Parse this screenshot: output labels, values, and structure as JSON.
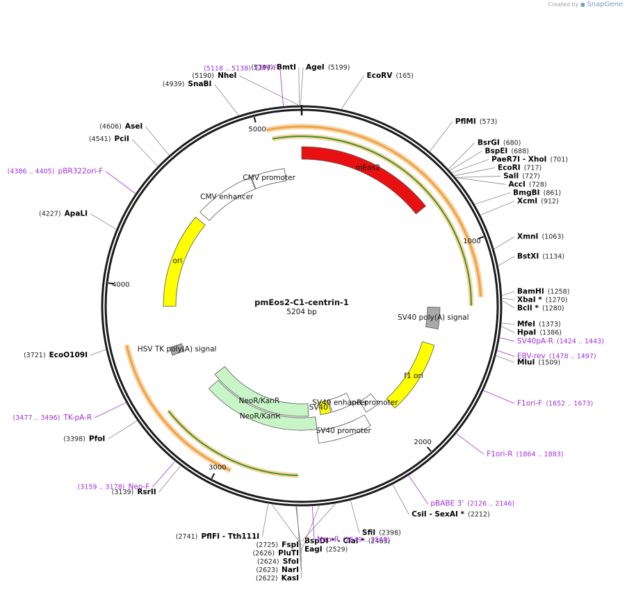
{
  "credit": {
    "prefix": "Created by",
    "brand": "SnapGene"
  },
  "plasmid": {
    "name": "pmEos2-C1-centrin-1",
    "length_label": "5204 bp",
    "length": 5204
  },
  "ticks": [
    {
      "pos": 1000,
      "label": "1000"
    },
    {
      "pos": 2000,
      "label": "2000"
    },
    {
      "pos": 3000,
      "label": "3000"
    },
    {
      "pos": 4000,
      "label": "4000"
    },
    {
      "pos": 5000,
      "label": "5000"
    }
  ],
  "sites": [
    {
      "name": "BmtI",
      "pos": "(5194)",
      "bp": 5194,
      "side": "left"
    },
    {
      "name": "NheI",
      "pos": "(5190)",
      "bp": 5190,
      "side": "left"
    },
    {
      "name": "AgeI",
      "pos": "(5199)",
      "bp": 5199,
      "side": "right"
    },
    {
      "name": "EcoRV",
      "pos": "(165)",
      "bp": 165,
      "side": "right"
    },
    {
      "name": "SnaBI",
      "pos": "(4939)",
      "bp": 4939,
      "side": "left"
    },
    {
      "name": "PflMI",
      "pos": "(573)",
      "bp": 573,
      "side": "right"
    },
    {
      "name": "BsrGI",
      "pos": "(680)",
      "bp": 680,
      "side": "right"
    },
    {
      "name": "BspEI",
      "pos": "(688)",
      "bp": 688,
      "side": "right"
    },
    {
      "name": "PaeR7I - XhoI",
      "pos": "(701)",
      "bp": 701,
      "side": "right"
    },
    {
      "name": "EcoRI",
      "pos": "(717)",
      "bp": 717,
      "side": "right"
    },
    {
      "name": "SalI",
      "pos": "(727)",
      "bp": 727,
      "side": "right"
    },
    {
      "name": "AccI",
      "pos": "(728)",
      "bp": 728,
      "side": "right"
    },
    {
      "name": "BmgBI",
      "pos": "(861)",
      "bp": 861,
      "side": "right"
    },
    {
      "name": "XcmI",
      "pos": "(912)",
      "bp": 912,
      "side": "right"
    },
    {
      "name": "XmnI",
      "pos": "(1063)",
      "bp": 1063,
      "side": "right"
    },
    {
      "name": "BstXI",
      "pos": "(1134)",
      "bp": 1134,
      "side": "right"
    },
    {
      "name": "BamHI",
      "pos": "(1258)",
      "bp": 1258,
      "side": "right"
    },
    {
      "name": "XbaI *",
      "pos": "(1270)",
      "bp": 1270,
      "side": "right"
    },
    {
      "name": "BclI *",
      "pos": "(1280)",
      "bp": 1280,
      "side": "right"
    },
    {
      "name": "MfeI",
      "pos": "(1373)",
      "bp": 1373,
      "side": "right"
    },
    {
      "name": "HpaI",
      "pos": "(1386)",
      "bp": 1386,
      "side": "right"
    },
    {
      "name": "MluI",
      "pos": "(1509)",
      "bp": 1509,
      "side": "right"
    },
    {
      "name": "CsiI - SexAI *",
      "pos": "(2212)",
      "bp": 2212,
      "side": "right"
    },
    {
      "name": "SfiI",
      "pos": "(2398)",
      "bp": 2398,
      "side": "right"
    },
    {
      "name": "BspDI * - ClaI *",
      "pos": "(2463)",
      "bp": 2463,
      "side": "right"
    },
    {
      "name": "EagI",
      "pos": "(2529)",
      "bp": 2529,
      "side": "right"
    },
    {
      "name": "KasI",
      "pos": "(2622)",
      "bp": 2622,
      "side": "left"
    },
    {
      "name": "NarI",
      "pos": "(2623)",
      "bp": 2623,
      "side": "left"
    },
    {
      "name": "SfoI",
      "pos": "(2624)",
      "bp": 2624,
      "side": "left"
    },
    {
      "name": "PluTI",
      "pos": "(2626)",
      "bp": 2626,
      "side": "left"
    },
    {
      "name": "FspI",
      "pos": "(2725)",
      "bp": 2725,
      "side": "left"
    },
    {
      "name": "PflFI - Tth111I",
      "pos": "(2741)",
      "bp": 2741,
      "side": "left"
    },
    {
      "name": "RsrII",
      "pos": "(3139)",
      "bp": 3139,
      "side": "left"
    },
    {
      "name": "PfoI",
      "pos": "(3398)",
      "bp": 3398,
      "side": "left"
    },
    {
      "name": "EcoO109I",
      "pos": "(3721)",
      "bp": 3721,
      "side": "left"
    },
    {
      "name": "ApaLI",
      "pos": "(4227)",
      "bp": 4227,
      "side": "left"
    },
    {
      "name": "PciI",
      "pos": "(4541)",
      "bp": 4541,
      "side": "left"
    },
    {
      "name": "AseI",
      "pos": "(4606)",
      "bp": 4606,
      "side": "left"
    }
  ],
  "primers": [
    {
      "name": "CMV-F",
      "pos": "(5118 .. 5138)",
      "bp": 5128,
      "side": "left"
    },
    {
      "name": "pBR322ori-F",
      "pos": "(4386 .. 4405)",
      "bp": 4395,
      "side": "left"
    },
    {
      "name": "SV40pA-R",
      "pos": "(1424 .. 1443)",
      "bp": 1433,
      "side": "right"
    },
    {
      "name": "EBV-rev",
      "pos": "(1478 .. 1497)",
      "bp": 1487,
      "side": "right"
    },
    {
      "name": "F1ori-F",
      "pos": "(1652 .. 1673)",
      "bp": 1662,
      "side": "right"
    },
    {
      "name": "F1ori-R",
      "pos": "(1864 .. 1883)",
      "bp": 1873,
      "side": "right"
    },
    {
      "name": "pBABE 3'",
      "pos": "(2126 .. 2146)",
      "bp": 2136,
      "side": "right"
    },
    {
      "name": "Neo-R",
      "pos": "(2549 .. 2568)",
      "bp": 2558,
      "side": "right"
    },
    {
      "name": "Neo-F",
      "pos": "(3159 .. 3178)",
      "bp": 3168,
      "side": "left"
    },
    {
      "name": "TK-pA-R",
      "pos": "(3477 .. 3496)",
      "bp": 3486,
      "side": "left"
    }
  ],
  "features": [
    {
      "name": "mEos2",
      "start": 0,
      "end": 740,
      "ring": "outer1",
      "color": "#e81010",
      "dir": 1
    },
    {
      "name": "CMV enhancer",
      "start": 4520,
      "end": 4890,
      "ring": "inner",
      "color": "#ffffff",
      "dir": 1
    },
    {
      "name": "CMV promoter",
      "start": 4895,
      "end": 5100,
      "ring": "inner",
      "color": "#ffffff",
      "dir": 1
    },
    {
      "name": "SV40 poly(A) signal",
      "start": 1310,
      "end": 1440,
      "ring": "inner",
      "color": "#a9a9a9",
      "dir": 0
    },
    {
      "name": "f1 ori",
      "start": 1540,
      "end": 1990,
      "ring": "inner",
      "color": "#ffff00",
      "dir": -1
    },
    {
      "name": "AmpR promoter",
      "start": 2050,
      "end": 2150,
      "ring": "inner2",
      "color": "#ffffff",
      "dir": -1
    },
    {
      "name": "SV40 promoter",
      "start": 2170,
      "end": 2500,
      "ring": "inner",
      "color": "#ffffff",
      "dir": -1
    },
    {
      "name": "SV40 ori",
      "start": 2380,
      "end": 2460,
      "ring": "inner3",
      "color": "#ffff00",
      "dir": 0
    },
    {
      "name": "SV40 enhancer",
      "start": 2210,
      "end": 2370,
      "ring": "inner3",
      "color": "#ffffff",
      "dir": 0
    },
    {
      "name": "NeoR/KanR",
      "start": 2500,
      "end": 3300,
      "ring": "inner2",
      "color": "#c8f5c8",
      "dir": -1
    },
    {
      "name": "NeoR/KanR",
      "start": 2550,
      "end": 3350,
      "ring": "inner3",
      "color": "#c8f5c8",
      "dir": -1
    },
    {
      "name": "HSV TK poly(A) signal",
      "start": 3600,
      "end": 3650,
      "ring": "inner",
      "color": "#a9a9a9",
      "dir": 0
    },
    {
      "name": "ori",
      "start": 3900,
      "end": 4480,
      "ring": "inner",
      "color": "#ffff00",
      "dir": 1
    }
  ],
  "colors": {
    "primer": "#9d2fd8",
    "backbone": "#1a1a1a",
    "orange_track": "#f0a24a",
    "green_track": "#3f8f1a"
  }
}
